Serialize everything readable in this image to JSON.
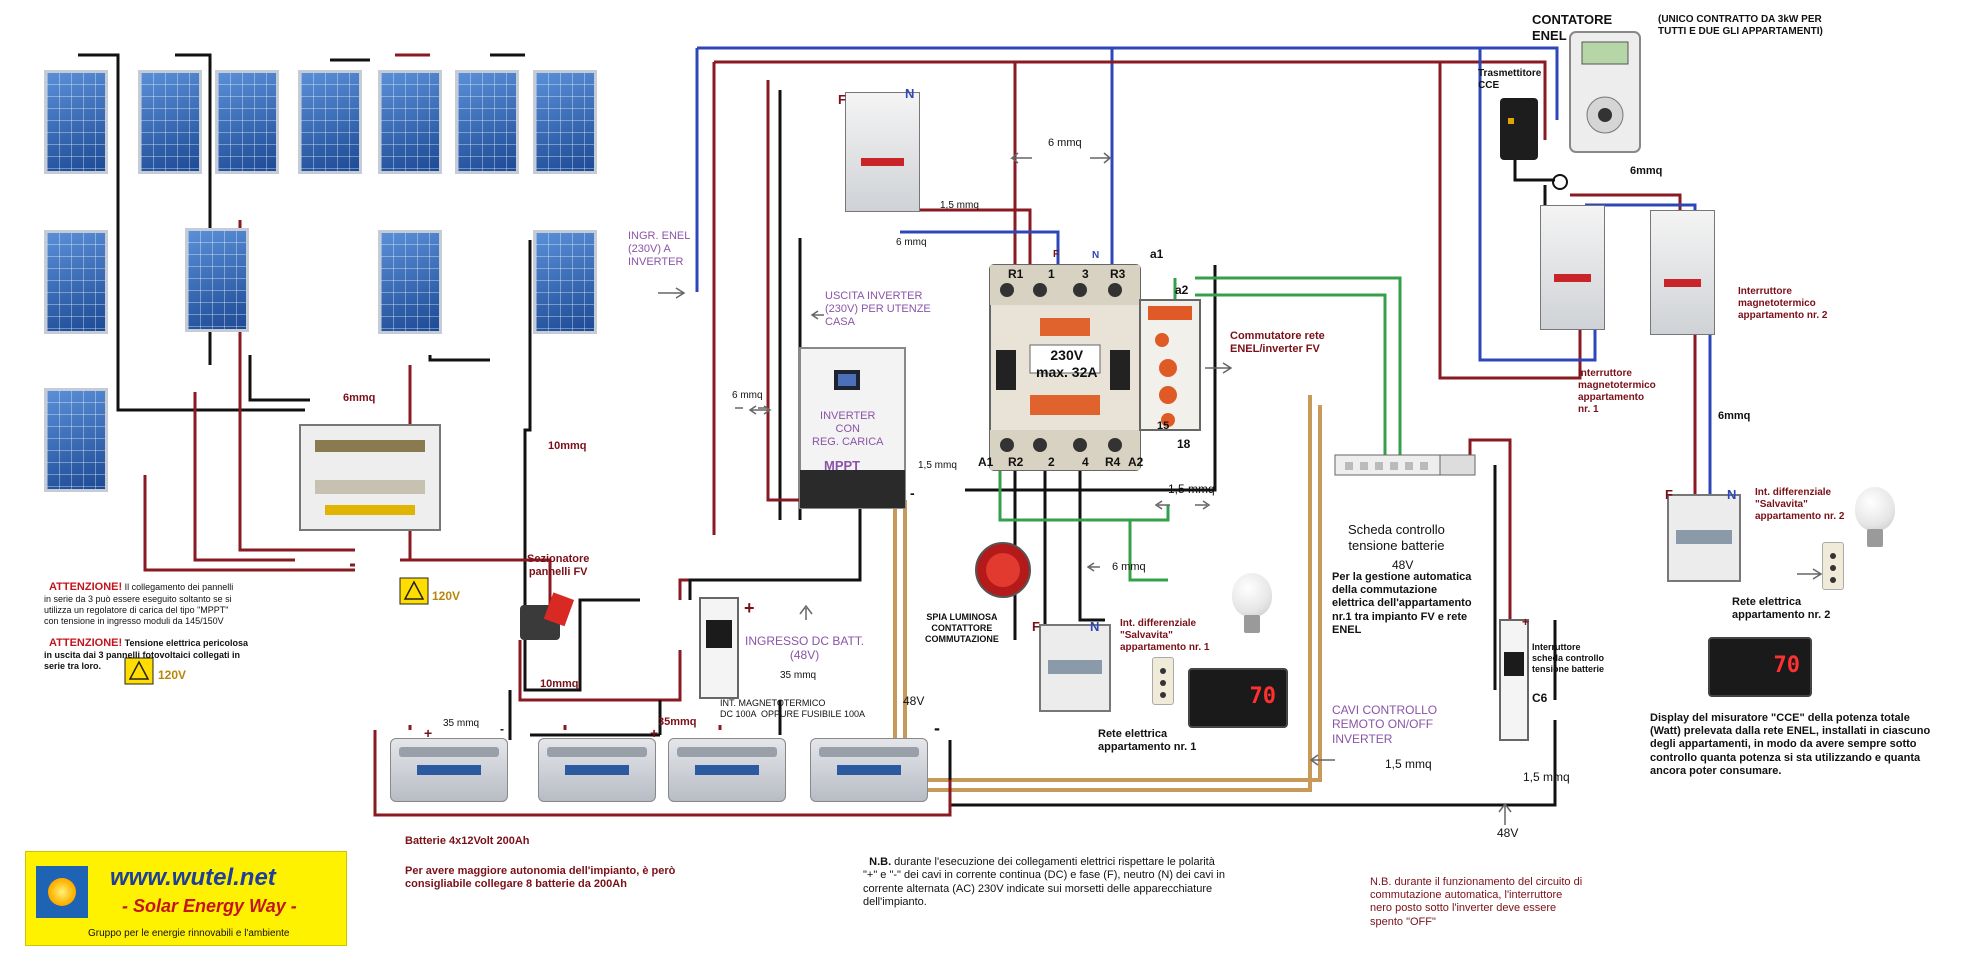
{
  "texts": {
    "contatore_enel": "CONTATORE\nENEL",
    "unico_contratto": "(UNICO CONTRATTO DA 3kW PER\nTUTTI E DUE GLI APPARTAMENTI)",
    "trasmettitore_cce": "Trasmettitore\nCCE",
    "f_top": "F",
    "n_top": "N",
    "mmq6_top": "6 mmq",
    "mmq15_a": "1,5 mmq",
    "mmq6_b": "6 mmq",
    "ingr_enel": "INGR. ENEL\n(230V) A\nINVERTER",
    "uscita_inverter": "USCITA INVERTER\n(230V) PER UTENZE\nCASA",
    "inverter_label": "INVERTER\nCON\nREG. CARICA",
    "mppt": "MPPT",
    "mmq6_left": "6 mmq",
    "mmq6_panels": "6mmq",
    "mmq10_a": "10mmq",
    "mmq10_b": "10mmq",
    "mmq6_right": "6mmq",
    "mmq6_right2": "6mmq",
    "r1": "R1",
    "t1": "1",
    "t3": "3",
    "r3": "R3",
    "f_cont": "F",
    "n_cont": "N",
    "a1_top": "a1",
    "a2_top": "a2",
    "cont_rating": "230V\nmax. 32A",
    "r2": "R2",
    "t2": "2",
    "t4": "4",
    "r4": "R4",
    "a2": "A2",
    "a1": "A1",
    "n15": "15",
    "n18": "18",
    "commutatore": "Commutatore rete\nENEL/inverter FV",
    "mmq15_b": "1,5 mmq",
    "mmq15_c": "1,5 mmq",
    "mmq6_c": "6 mmq",
    "spia": "SPIA LUMINOSA\nCONTATTORE\nCOMMUTAZIONE",
    "int_diff_1": "Int. differenziale\n\"Salvavita\"\nappartamento nr. 1",
    "rete_1": "Rete elettrica\nappartamento nr. 1",
    "scheda": "Scheda controllo\ntensione batterie",
    "v48_a": "48V",
    "gestione": "Per la gestione automatica\ndella commutazione\nelettrica dell'appartamento\nnr.1 tra impianto FV e rete\nENEL",
    "int_scheda": "Interruttore\nscheda controllo\ntensione batterie",
    "c6": "C6",
    "mmq15_d": "1,5 mmq",
    "mmq15_e": "1,5 mmq",
    "cavi_controllo": "CAVI CONTROLLO\nREMOTO ON/OFF\nINVERTER",
    "v48_b": "48V",
    "v48_c": "48V",
    "int_magn_1": "Interruttore\nmagnetotermico\nappartamento\nnr. 1",
    "int_magn_2": "Interruttore\nmagnetotermico\nappartamento nr. 2",
    "f_right": "F",
    "n_right": "N",
    "int_diff_2": "Int. differenziale\n\"Salvavita\"\nappartamento nr. 2",
    "rete_2": "Rete elettrica\nappartamento nr. 2",
    "display_cce": "Display del misuratore \"CCE\" della potenza totale\n(Watt) prelevata dalla rete ENEL, installati in ciascuno\ndegli appartamenti, in modo da avere sempre sotto\ncontrollo quanta potenza si sta utilizzando e quanta\nancora poter consumare.",
    "display_value": "70",
    "attenzione1_title": "ATTENZIONE!",
    "attenzione1_body": " Il collegamento dei pannelli\nin serie da 3 può essere eseguito soltanto se si\nutilizza un regolatore di carica del tipo \"MPPT\"\ncon tensione in ingresso moduli da 145/150V",
    "attenzione2_title": "ATTENZIONE!",
    "attenzione2_body": " Tensione elettrica pericolosa\nin uscita dai 3 pannelli fotovoltaici collegati in\nserie tra loro.",
    "v120_a": "120V",
    "v120_b": "120V",
    "sezionatore": "Sezionatore\npannelli FV",
    "ingresso_dc": "INGRESSO DC BATT.\n(48V)",
    "mmq35_a": "35 mmq",
    "mmq35_b": "35 mmq",
    "mmq35_c": "35mmq",
    "int_magn_dc": "INT. MAGNETOTERMICO\nDC 100A  OPPURE FUSIBILE 100A",
    "plus_a": "+",
    "plus_b": "+",
    "plus_c": "+",
    "plus_d": "+",
    "minus_a": "-",
    "minus_b": "-",
    "minus_c": "-",
    "batterie": "Batterie 4x12Volt  200Ah",
    "batterie_note": "Per avere maggiore autonomia dell'impianto, è però\nconsigliabile collegare 8 batterie da 200Ah",
    "nb1_title": "N.B.",
    "nb1_body": " durante l'esecuzione dei collegamenti elettrici rispettare le polarità\n\"+\" e \"-\" dei cavi in corrente continua (DC) e fase (F), neutro (N) dei cavi in\ncorrente alternata (AC) 230V indicate sui morsetti delle apparecchiature\ndell'impianto.",
    "nb2": "N.B. durante il funzionamento del circuito di\ncommutazione automatica, l'interruttore\nnero posto sotto l'inverter deve essere\nspento \"OFF\"",
    "logo_url": "www.wutel.net",
    "logo_tag": "- Solar Energy Way -",
    "logo_sub": "Gruppo per le energie rinnovabili e l'ambiente"
  },
  "colors": {
    "wire_red": "#8a1a22",
    "wire_blue": "#2d47b8",
    "wire_black": "#111111",
    "wire_green": "#35a04a",
    "wire_tan": "#c79a5a",
    "accent_purple": "#8a54a8",
    "accent_darkred": "#7a1018"
  }
}
